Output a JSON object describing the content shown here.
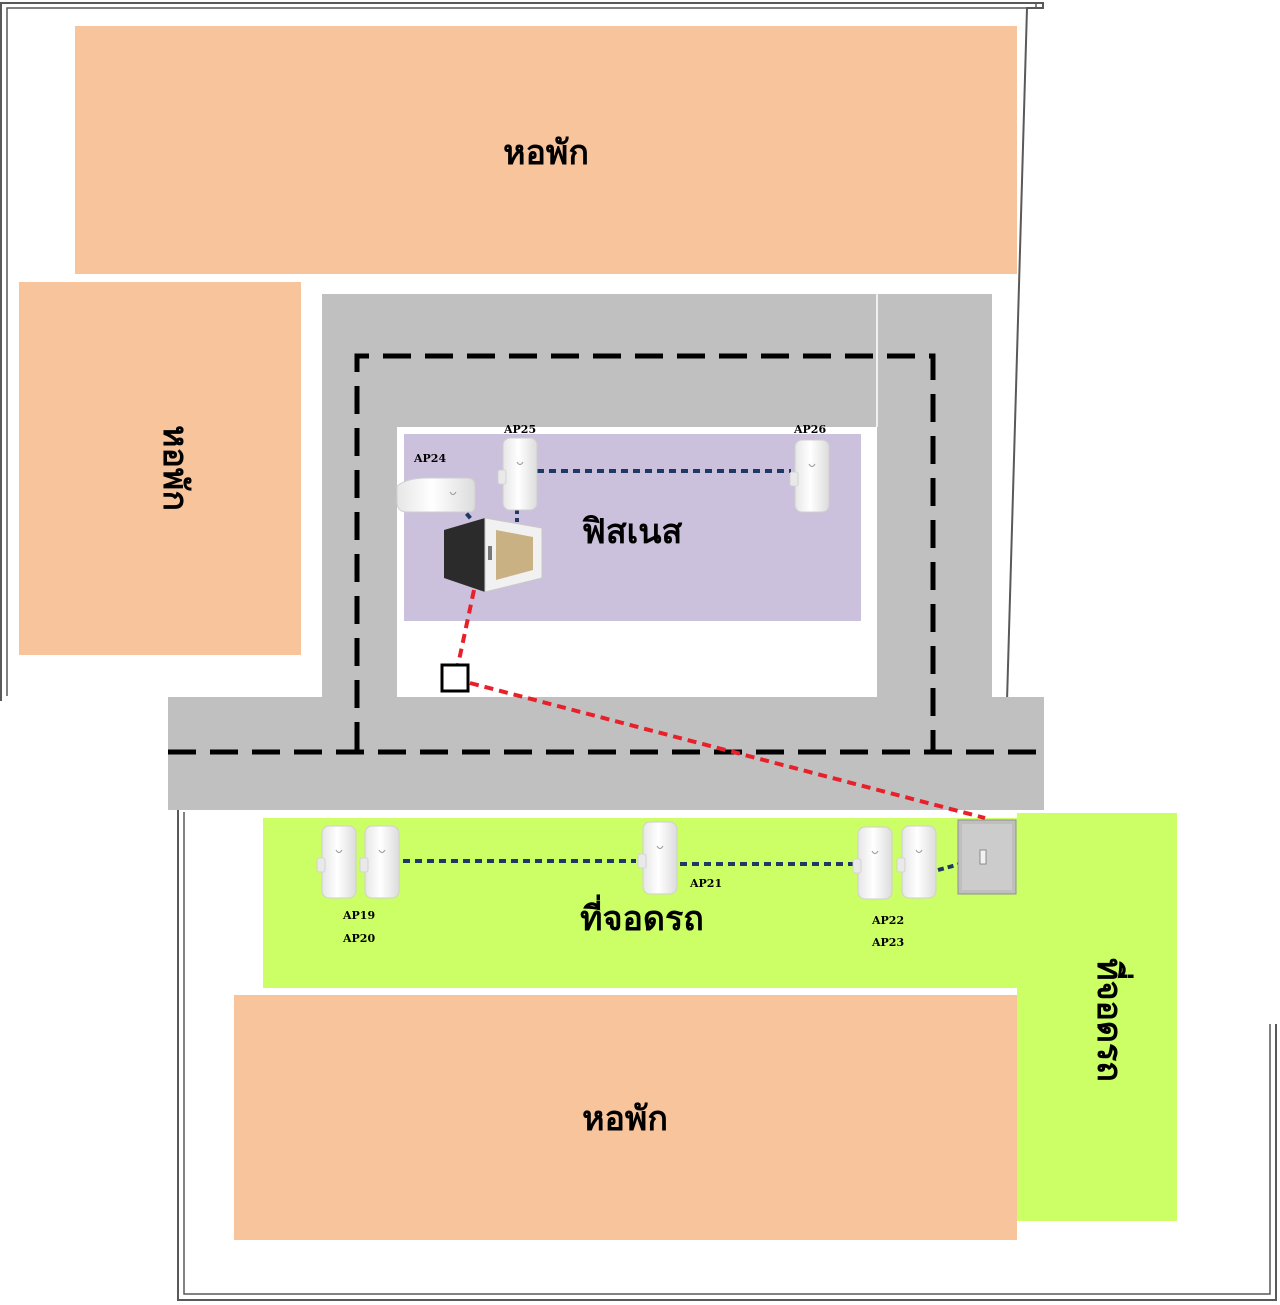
{
  "zones": {
    "dorm_top": "หอพัก",
    "dorm_left": "หอพัก",
    "dorm_bottom": "หอพัก",
    "fitness": "ฟิสเนส",
    "parking_main": "ที่จอดรถ",
    "parking_side": "ที่จอดรถ"
  },
  "access_points": {
    "ap19": "AP19",
    "ap20": "AP20",
    "ap21": "AP21",
    "ap22": "AP22",
    "ap23": "AP23",
    "ap24": "AP24",
    "ap25": "AP25",
    "ap26": "AP26"
  },
  "colors": {
    "dorm": "#f8c49c",
    "fitness": "#ccc1dc",
    "parking": "#ccff66",
    "road": "#c0c0c0",
    "fiber_link": "#e8202a",
    "ap_link": "#1f3864",
    "walkway": "#000000",
    "boundary": "#595959"
  },
  "icons": {
    "access_point": "ap-device-icon",
    "network_cabinet": "network-cabinet-icon",
    "outdoor_cabinet": "outdoor-cabinet-icon",
    "junction_box": "junction-box-icon"
  }
}
